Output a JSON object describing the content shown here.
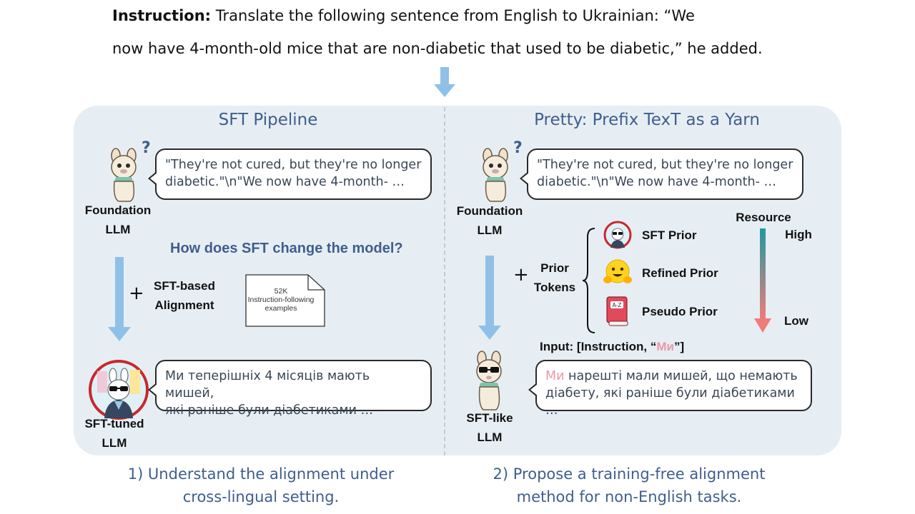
{
  "instruction": {
    "label": "Instruction:",
    "line1": "Translate the following sentence from English to Ukrainian: “We",
    "line2": "now have 4-month-old mice that are non-diabetic that used to be diabetic,” he added."
  },
  "left": {
    "title": "SFT Pipeline",
    "foundation_bubble_line1": "\"They're not cured, but they're no longer",
    "foundation_bubble_line2": "diabetic.\"\\n\"We now have 4-month- …",
    "foundation_label_1": "Foundation",
    "foundation_label_2": "LLM",
    "question": "How does SFT change the model?",
    "plus": "+",
    "sft_label_1": "SFT-based",
    "sft_label_2": "Alignment",
    "doc_line1": "52K",
    "doc_line2": "Instruction-following",
    "doc_line3": "examples",
    "sft_bubble_line1": "Ми теперішніх 4 місяців мають мишей,",
    "sft_bubble_line2": "які раніше були діабетиками …",
    "sft_tuned_label_1": "SFT-tuned",
    "sft_tuned_label_2": "LLM"
  },
  "right": {
    "title": "Pretty: Prefix TexT as a Yarn",
    "foundation_bubble_line1": "\"They're not cured, but they're no longer",
    "foundation_bubble_line2": "diabetic.\"\\n\"We now have 4-month- …",
    "foundation_label_1": "Foundation",
    "foundation_label_2": "LLM",
    "plus": "+",
    "prior_label_1": "Prior",
    "prior_label_2": "Tokens",
    "priors": [
      "SFT Prior",
      "Refined Prior",
      "Pseudo Prior"
    ],
    "resource_label": "Resource",
    "resource_high": "High",
    "resource_low": "Low",
    "input_prefix": "Input: [Instruction, “",
    "input_token": "Ми",
    "input_suffix": "”]",
    "out_token": "Ми",
    "out_line1_rest": " нарешті мали мишей, що немають",
    "out_line2": "діабету, які раніше були діабетиками …",
    "sftlike_label_1": "SFT-like",
    "sftlike_label_2": "LLM"
  },
  "captions": {
    "left_1": "1) Understand the alignment under",
    "left_2": "cross-lingual setting.",
    "right_1": "2) Propose a training-free alignment",
    "right_2": "method for non-English tasks."
  },
  "colors": {
    "panel": "#e7eef3",
    "title_blue": "#3f5e8e",
    "arrow_blue": "#8fc1e8",
    "token_pink": "#e89aa8",
    "resource_teal": "#1f9aa0",
    "resource_red": "#ef7b7b"
  }
}
